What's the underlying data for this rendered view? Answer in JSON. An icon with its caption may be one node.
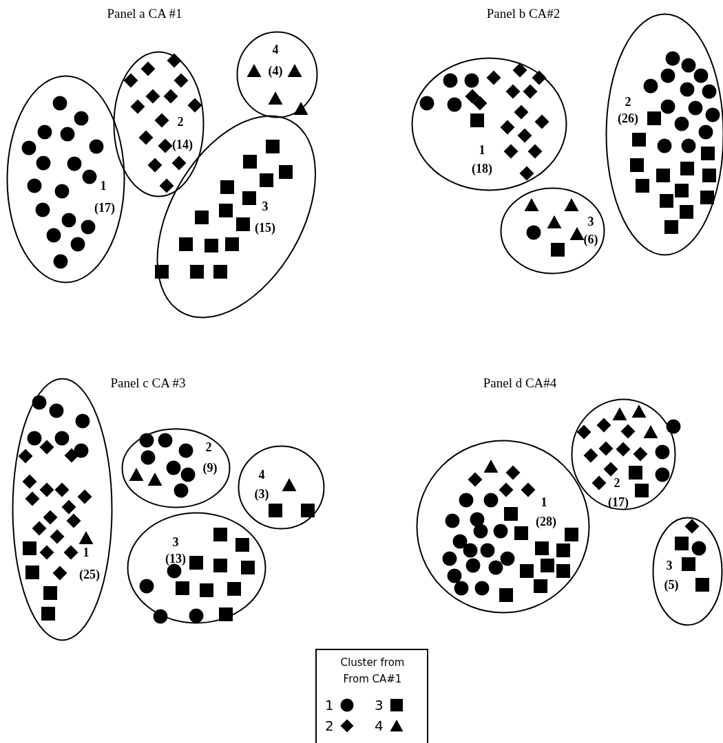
{
  "diagram": {
    "nodes": [
      {
        "text": [
          "1",
          "(17)"
        ]
      },
      {
        "text": [
          "2",
          "(14)"
        ]
      },
      {
        "text": [
          "4",
          "(4)"
        ]
      },
      {
        "text": [
          "3",
          "(15)"
        ]
      },
      {
        "text": [
          "1",
          "(18)"
        ]
      },
      {
        "text": [
          "2",
          "(26)"
        ]
      },
      {
        "text": [
          "3",
          "(6)"
        ]
      },
      {
        "text": [
          "1",
          "(25)"
        ]
      },
      {
        "text": [
          "2",
          "(9)"
        ]
      },
      {
        "text": [
          "4",
          "(3)"
        ]
      },
      {
        "text": [
          "3",
          "(13)"
        ]
      },
      {
        "text": [
          "2",
          "(17)"
        ]
      },
      {
        "text": [
          "1",
          "(28)"
        ]
      },
      {
        "text": [
          "3",
          "(5)"
        ]
      }
    ],
    "labels": [
      "Panel a CA #1",
      "Panel b CA#2",
      "Panel c CA #3",
      "Panel d CA#4",
      "Cluster from From CA#1"
    ],
    "legend": [
      {
        "text": "1"
      },
      {
        "text": "3"
      },
      {
        "text": "2"
      },
      {
        "text": "4"
      }
    ]
  }
}
